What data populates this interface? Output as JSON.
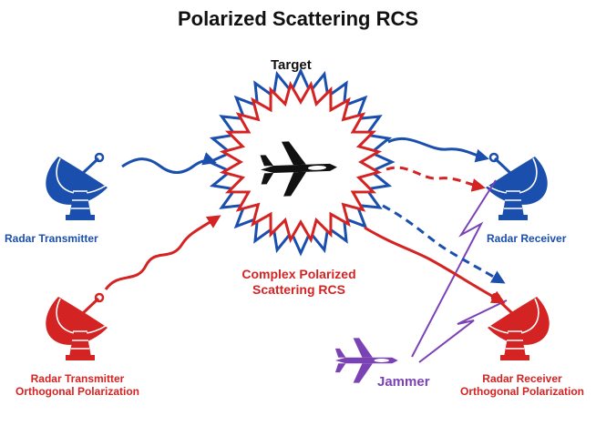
{
  "title": "Polarized Scattering RCS",
  "target_label": "Target",
  "transmitter_label": "Radar Transmitter",
  "receiver_label": "Radar Receiver",
  "rcs_label_line1": "Complex Polarized",
  "rcs_label_line2": "Scattering RCS",
  "transmitter_orth_line1": "Radar Transmitter",
  "transmitter_orth_line2": "Orthogonal Polarization",
  "receiver_orth_line1": "Radar Receiver",
  "receiver_orth_line2": "Orthogonal Polarization",
  "jammer_label": "Jammer",
  "colors": {
    "blue": "#1b4fae",
    "red": "#d42323",
    "purple": "#7b42b6",
    "dark": "#111111"
  },
  "icons": [
    "radar-dish-icon",
    "fighter-jet-icon",
    "starburst-icon",
    "lightning-bolt-icon"
  ]
}
